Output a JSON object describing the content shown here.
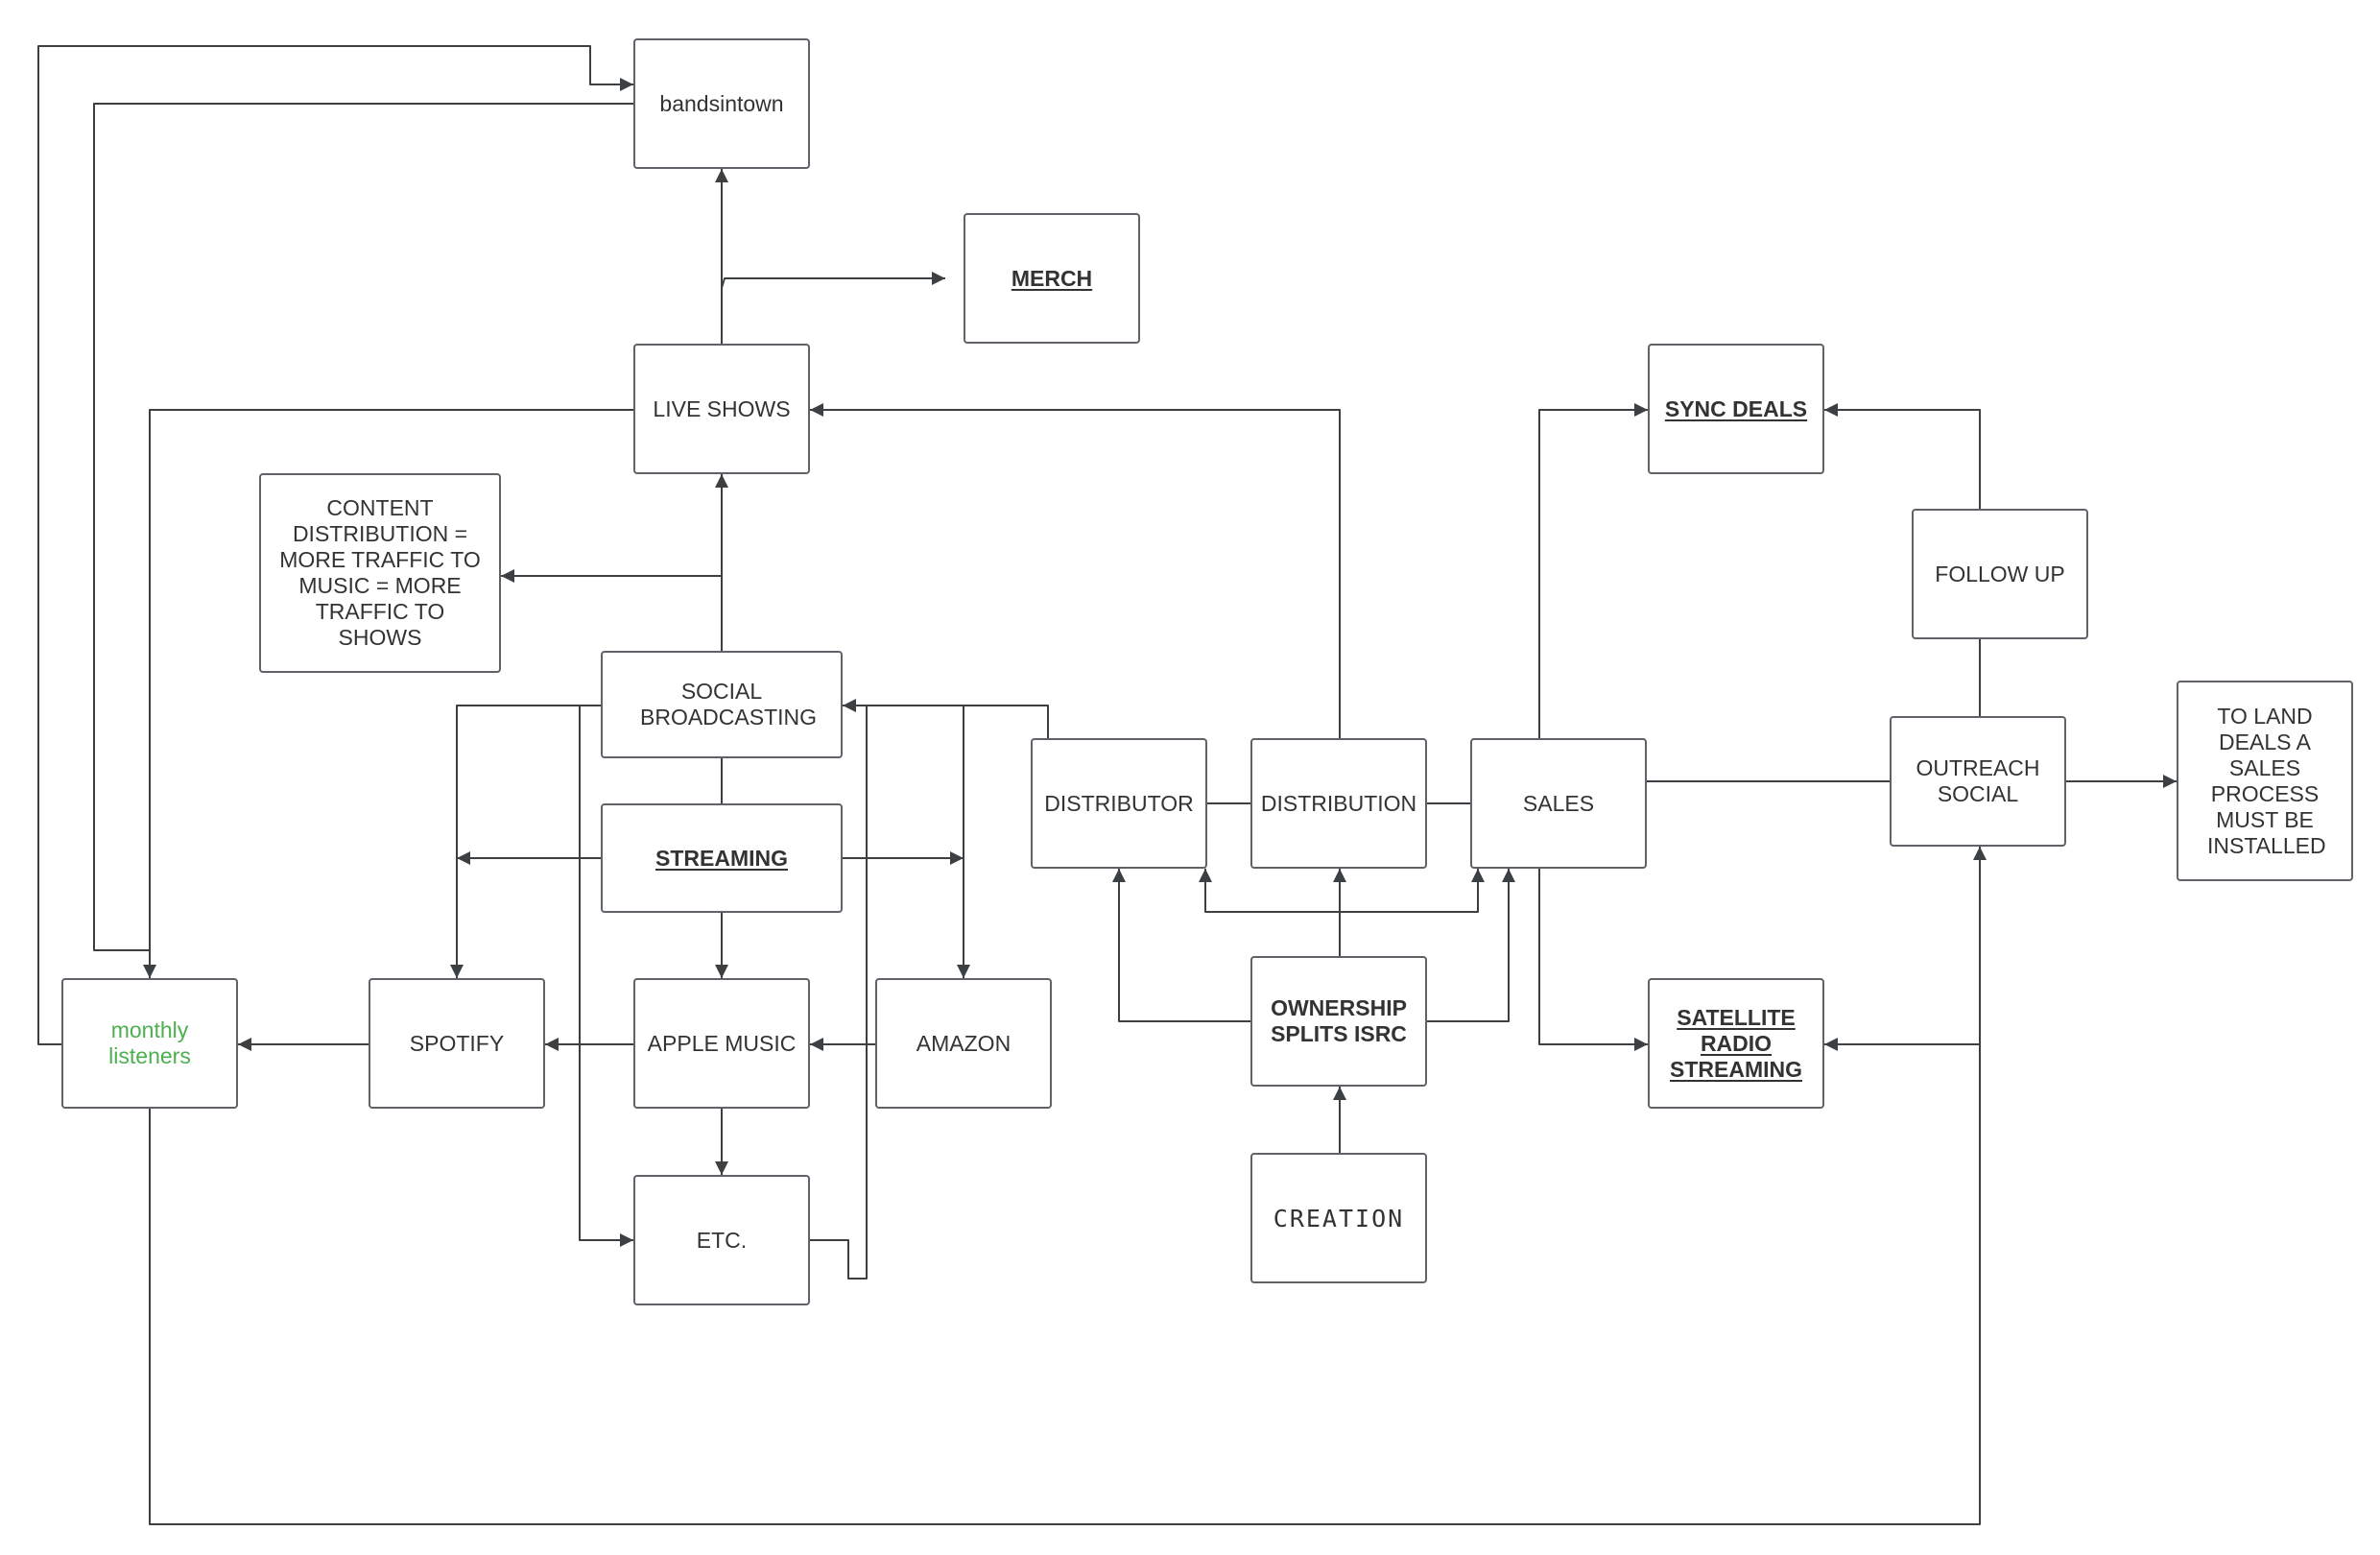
{
  "diagram": {
    "colors": {
      "line": "#3c4043",
      "border": "#5f6368",
      "text": "#333333",
      "green_text": "#4caf50"
    },
    "nodes": {
      "bandsintown": "bandsintown",
      "merch": "MERCH",
      "live_shows": "LIVE SHOWS",
      "content_distribution": "CONTENT DISTRIBUTION = MORE TRAFFIC TO MUSIC = MORE TRAFFIC TO SHOWS",
      "social_broadcasting": "SOCIAL BROADCASTING",
      "streaming": "STREAMING",
      "monthly_listeners": "monthly listeners",
      "spotify": "SPOTIFY",
      "apple_music": "APPLE MUSIC",
      "amazon": "AMAZON",
      "etc": "ETC.",
      "distributor": "DISTRIBUTOR",
      "distribution": "DISTRIBUTION",
      "sales": "SALES",
      "ownership": "OWNERSHIP SPLITS ISRC",
      "creation": "CREATION",
      "sync_deals": "SYNC DEALS",
      "follow_up": "FOLLOW UP",
      "outreach_social": "OUTREACH SOCIAL",
      "to_land_deals": "TO LAND DEALS A SALES PROCESS MUST BE INSTALLED",
      "satellite": "SATELLITE RADIO STREAMING"
    }
  }
}
